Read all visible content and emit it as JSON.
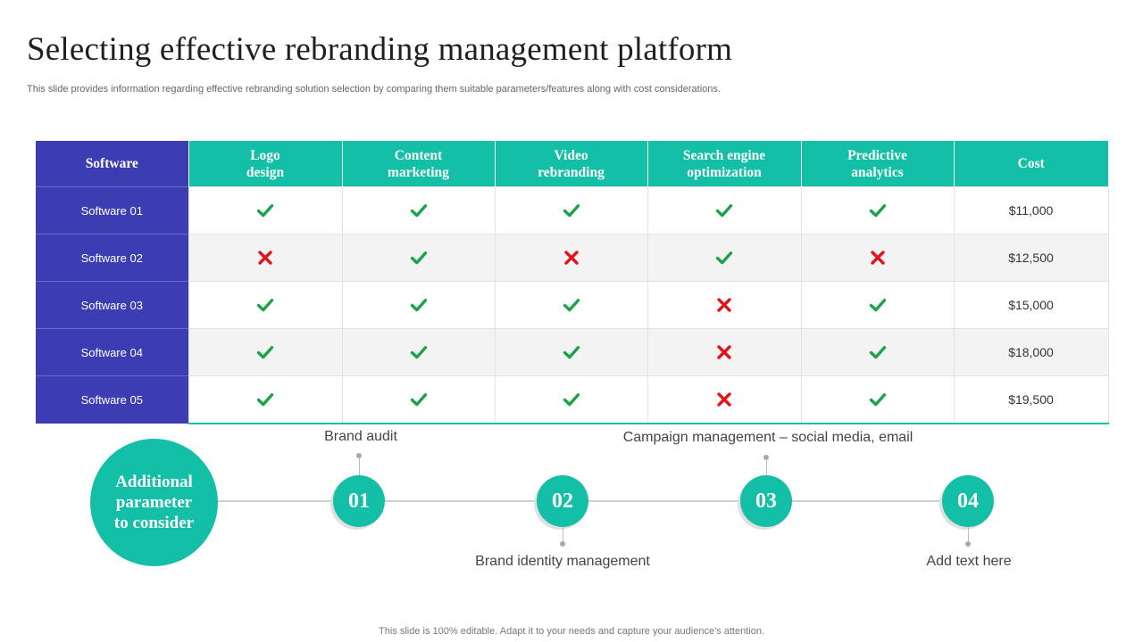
{
  "title": "Selecting effective rebranding management platform",
  "subtitle": "This slide provides information regarding effective rebranding solution selection by comparing them suitable parameters/features along with cost considerations.",
  "table": {
    "headers": [
      {
        "line1": "Software",
        "line2": ""
      },
      {
        "line1": "Logo",
        "line2": "design"
      },
      {
        "line1": "Content",
        "line2": "marketing"
      },
      {
        "line1": "Video",
        "line2": "rebranding"
      },
      {
        "line1": "Search engine",
        "line2": "optimization"
      },
      {
        "line1": "Predictive",
        "line2": "analytics"
      },
      {
        "line1": "Cost",
        "line2": ""
      }
    ],
    "rows": [
      {
        "name": "Software  01",
        "features": [
          true,
          true,
          true,
          true,
          true
        ],
        "cost": "$11,000"
      },
      {
        "name": "Software  02",
        "features": [
          false,
          true,
          false,
          true,
          false
        ],
        "cost": "$12,500"
      },
      {
        "name": "Software  03",
        "features": [
          true,
          true,
          true,
          false,
          true
        ],
        "cost": "$15,000"
      },
      {
        "name": "Software  04",
        "features": [
          true,
          true,
          true,
          false,
          true
        ],
        "cost": "$18,000"
      },
      {
        "name": "Software  05",
        "features": [
          true,
          true,
          true,
          false,
          true
        ],
        "cost": "$19,500"
      }
    ]
  },
  "icons": {
    "yes": "check-icon",
    "no": "cross-icon"
  },
  "colors": {
    "teal": "#13bfa6",
    "indigo": "#3c3db3",
    "check": "#1aa34a",
    "cross": "#e0141e"
  },
  "parameters": {
    "title_lines": [
      "Additional",
      "parameter",
      "to consider"
    ],
    "steps": [
      {
        "number": "01",
        "label": "Brand audit"
      },
      {
        "number": "02",
        "label": "Brand identity management"
      },
      {
        "number": "03",
        "label": "Campaign management – social media, email"
      },
      {
        "number": "04",
        "label": "Add text here"
      }
    ]
  },
  "footer": "This slide is 100% editable. Adapt it to your needs and capture your audience's attention."
}
